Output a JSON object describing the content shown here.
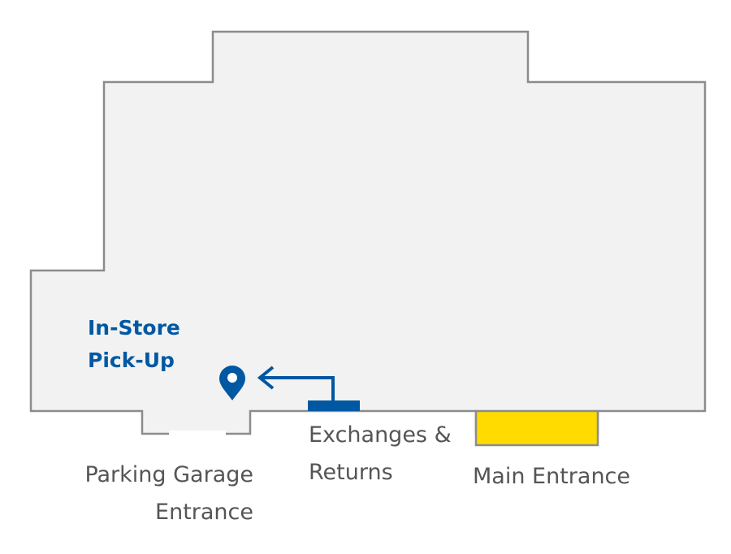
{
  "map": {
    "colors": {
      "floor_fill": "#f2f2f2",
      "outline": "#8c8c8c",
      "accent_blue": "#0058a3",
      "main_entrance_yellow": "#ffdb00",
      "label_gray": "#555555"
    },
    "pickup": {
      "line1": "In-Store",
      "line2": "Pick-Up",
      "icon": "location-pin-icon"
    },
    "exchanges": {
      "line1": "Exchanges &",
      "line2": "Returns",
      "icon": "arrow-left-icon"
    },
    "parking_garage": {
      "line1": "Parking Garage",
      "line2": "Entrance"
    },
    "main_entrance": {
      "label": "Main Entrance"
    }
  }
}
